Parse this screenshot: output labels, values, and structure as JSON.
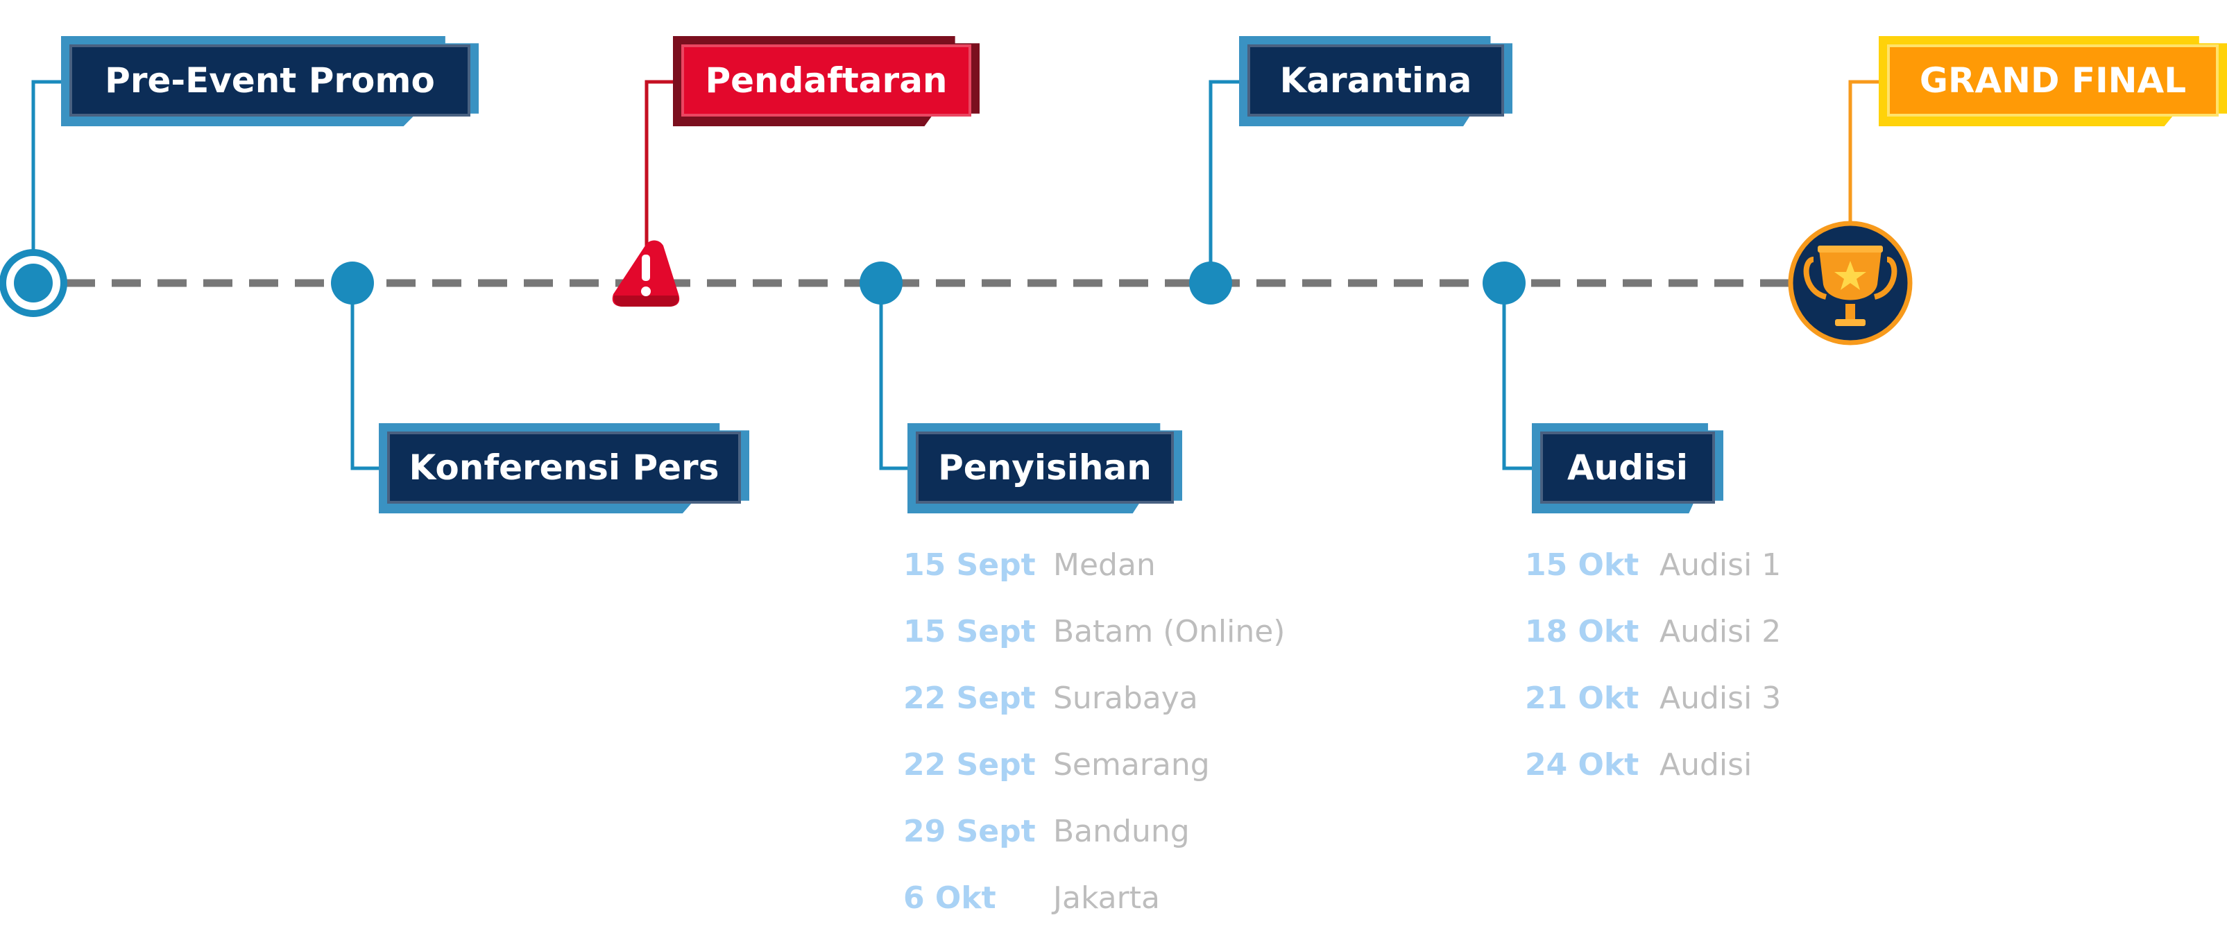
{
  "colors": {
    "dashed_line": "#777777",
    "node_blue": "#1a8bbd",
    "navy": "#0c2d57",
    "red": "#e3082c",
    "orange": "#ff9a06",
    "date_text": "#a9d2f5",
    "place_text": "#bdbdbd"
  },
  "milestones": [
    {
      "label": "Pre-Event Promo",
      "marker": "start-ring-icon"
    },
    {
      "label": "Konferensi Pers",
      "marker": "dot"
    },
    {
      "label": "Pendaftaran",
      "marker": "warning-triangle-icon"
    },
    {
      "label": "Penyisihan",
      "marker": "dot"
    },
    {
      "label": "Karantina",
      "marker": "dot"
    },
    {
      "label": "Audisi",
      "marker": "dot"
    },
    {
      "label": "GRAND FINAL",
      "marker": "trophy-icon"
    }
  ],
  "penyisihan_schedule": [
    {
      "date": "15 Sept",
      "place": "Medan"
    },
    {
      "date": "15 Sept",
      "place": "Batam (Online)"
    },
    {
      "date": "22 Sept",
      "place": "Surabaya"
    },
    {
      "date": "22 Sept",
      "place": "Semarang"
    },
    {
      "date": "29 Sept",
      "place": "Bandung"
    },
    {
      "date": "6 Okt",
      "place": "Jakarta"
    }
  ],
  "audisi_schedule": [
    {
      "date": "15 Okt",
      "place": "Audisi 1"
    },
    {
      "date": "18 Okt",
      "place": "Audisi 2"
    },
    {
      "date": "21 Okt",
      "place": "Audisi 3"
    },
    {
      "date": "24 Okt",
      "place": "Audisi"
    }
  ]
}
